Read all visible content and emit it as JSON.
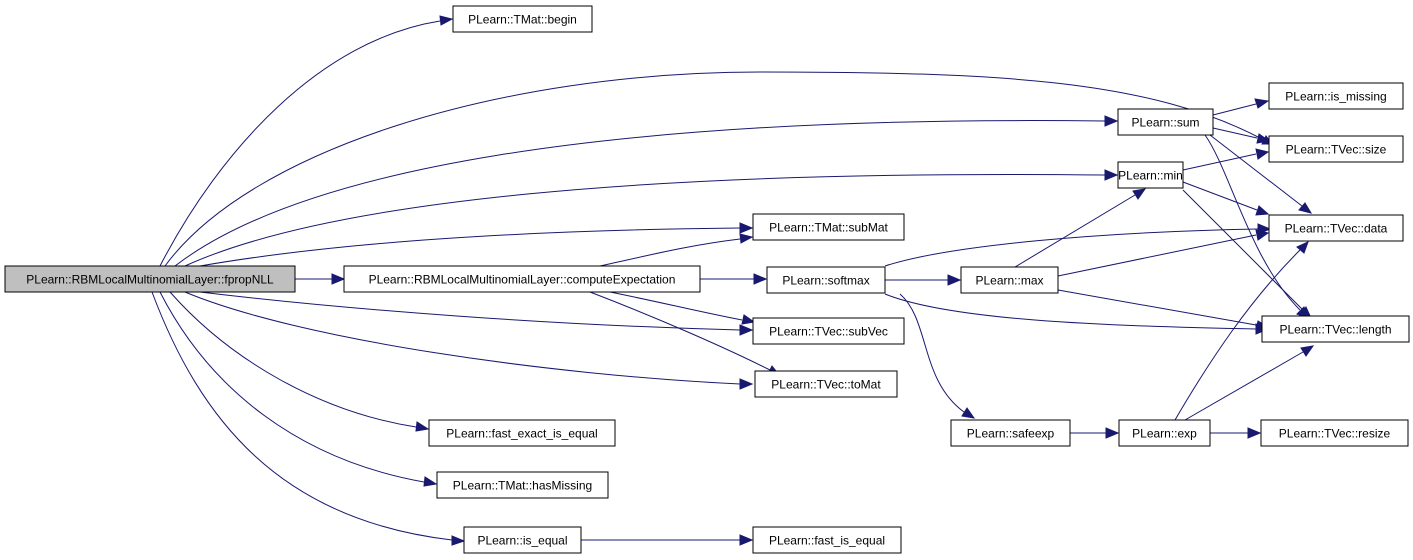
{
  "graph": {
    "edge_color": "#191970",
    "root_fill": "#bfbfbf",
    "nodes": {
      "fpropnll": "PLearn::RBMLocalMultinomialLayer::fpropNLL",
      "begin": "PLearn::TMat::begin",
      "computeexp": "PLearn::RBMLocalMultinomialLayer::computeExpectation",
      "submat": "PLearn::TMat::subMat",
      "subvec": "PLearn::TVec::subVec",
      "tomat": "PLearn::TVec::toMat",
      "softmax": "PLearn::softmax",
      "max": "PLearn::max",
      "safeexp": "PLearn::safeexp",
      "exp": "PLearn::exp",
      "sum": "PLearn::sum",
      "min": "PLearn::min",
      "is_missing": "PLearn::is_missing",
      "size": "PLearn::TVec::size",
      "data": "PLearn::TVec::data",
      "length": "PLearn::TVec::length",
      "resize": "PLearn::TVec::resize",
      "fast_exact": "PLearn::fast_exact_is_equal",
      "hasmissing": "PLearn::TMat::hasMissing",
      "is_equal": "PLearn::is_equal",
      "fast_is_equal": "PLearn::fast_is_equal"
    }
  }
}
